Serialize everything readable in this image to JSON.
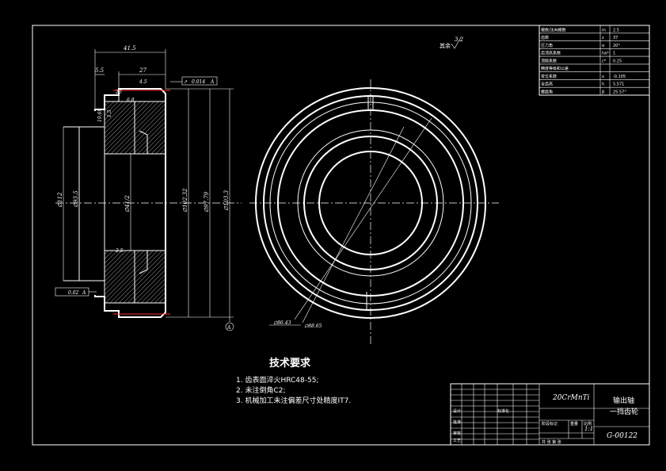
{
  "params_table": [
    {
      "name": "模数/法向模数",
      "sym": "m",
      "val": "2.5"
    },
    {
      "name": "齿数",
      "sym": "z",
      "val": "37"
    },
    {
      "name": "压力角",
      "sym": "α",
      "val": "20°"
    },
    {
      "name": "齿顶高系数",
      "sym": "ha*",
      "val": "1"
    },
    {
      "name": "顶隙系数",
      "sym": "c*",
      "val": "0.25"
    },
    {
      "name": "精度等级和公差",
      "sym": "",
      "val": ""
    },
    {
      "name": "变位系数",
      "sym": "x",
      "val": "-0.105"
    },
    {
      "name": "全齿高",
      "sym": "h",
      "val": "5.571"
    },
    {
      "name": "螺旋角",
      "sym": "β",
      "val": "25.57°"
    }
  ],
  "dimensions": {
    "width_total": "41.5",
    "width_inner": "27",
    "chamfer_left": "5.5",
    "small_a": "20",
    "small_b": "6.8",
    "small_c": "4.5",
    "small_d": "2.5",
    "small_e": "19.69",
    "small_f": "1.5",
    "runout": "0.014",
    "runout_datum": "A",
    "flatness": "0.02",
    "flatness_datum": "A",
    "dia_1": "∅112",
    "dia_2": "∅93.5",
    "dia_3": "∅41/2",
    "dia_4": "∅102.32",
    "dia_5": "∅97.79",
    "dia_6": "∅103.3",
    "dia_7": "∅86.43",
    "dia_8": "∅88.65",
    "roughness_other": "其余",
    "roughness_val": "3.2",
    "datum_letter": "A"
  },
  "tech_req": {
    "title": "技术要求",
    "items": [
      "1. 齿表面淬火HRC48-55;",
      "2. 未注倒角C2;",
      "3. 机械加工未注偏差尺寸处精度IT7."
    ]
  },
  "title_block": {
    "material": "20CrMnTi",
    "part_name_1": "输出轴",
    "part_name_2": "一挡齿轮",
    "drawing_no": "G-00122",
    "scale": "1:1",
    "design": "设计",
    "draw": "审核",
    "standard": "标准化",
    "review": "批准",
    "stage": "阶段标记",
    "weight": "重量",
    "scale_label": "比例",
    "process": "工艺",
    "sheets": "共 张 第 张"
  }
}
